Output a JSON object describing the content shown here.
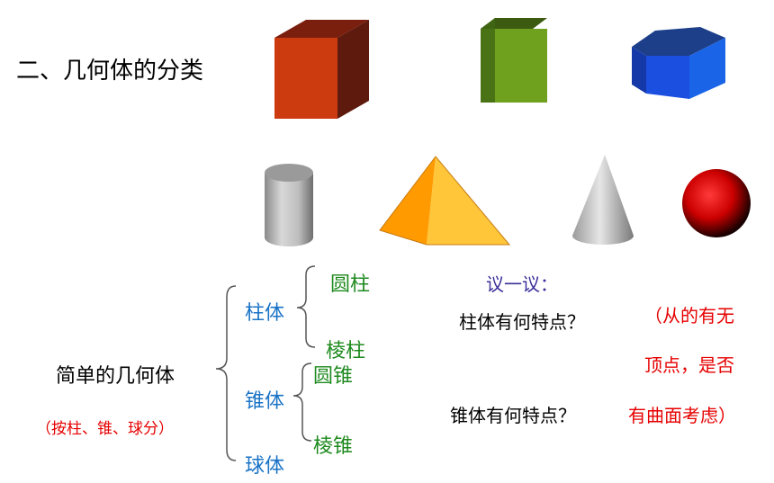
{
  "title": "二、几何体的分类",
  "classification": {
    "root": "简单的几何体",
    "note": "（按柱、锥、球分）",
    "prism_group": {
      "label": "柱体",
      "children": [
        "圆柱",
        "棱柱"
      ]
    },
    "pyramid_group": {
      "label": "锥体",
      "children": [
        "圆锥",
        "棱锥"
      ]
    },
    "sphere_group": {
      "label": "球体"
    }
  },
  "discussion": {
    "heading": "议一议：",
    "q1": "柱体有何特点？",
    "q2": "锥体有何特点？",
    "hint_lines": [
      "（从的有无",
      "顶点，是否",
      "有曲面考虑）"
    ]
  },
  "shapes": [
    "cuboid-shape",
    "rectangular-prism-shape",
    "pentagonal-prism-shape",
    "cylinder-shape",
    "pyramid-shape",
    "cone-shape",
    "sphere-shape"
  ],
  "colors": {
    "blue_labels": "#1a73c6",
    "green_labels": "#1e8a1e",
    "red_text": "#e60000",
    "discussion_heading": "#3a2f9a"
  }
}
